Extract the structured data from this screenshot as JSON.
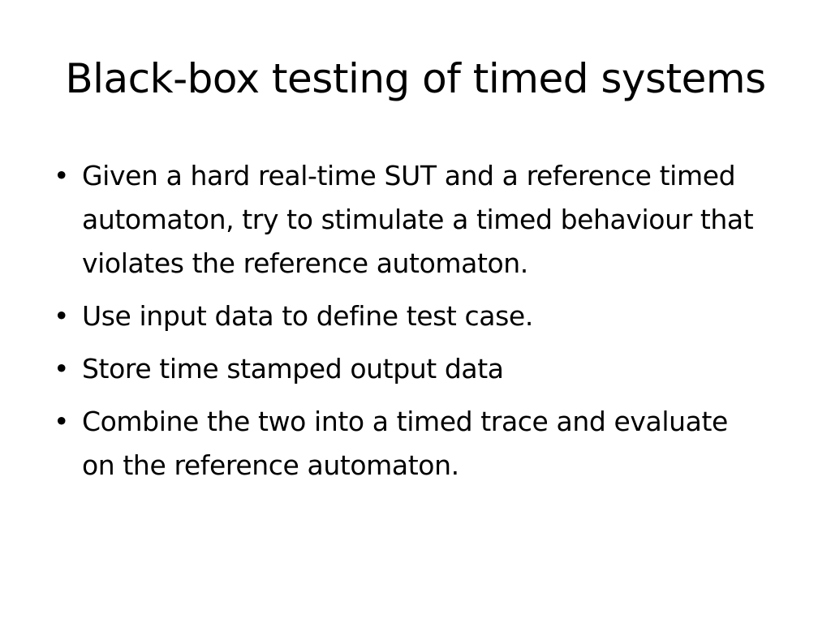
{
  "slide": {
    "title": "Black-box testing of timed systems",
    "bullet_glyph": "•",
    "bullets": [
      {
        "text": "Given a hard real-time SUT and a reference timed automaton, try to stimulate a timed behaviour that violates the reference automaton."
      },
      {
        "text": "Use input data to define test case."
      },
      {
        "text": "Store time stamped output data"
      },
      {
        "text": "Combine the two into a timed trace and evaluate on the reference automaton."
      }
    ]
  }
}
